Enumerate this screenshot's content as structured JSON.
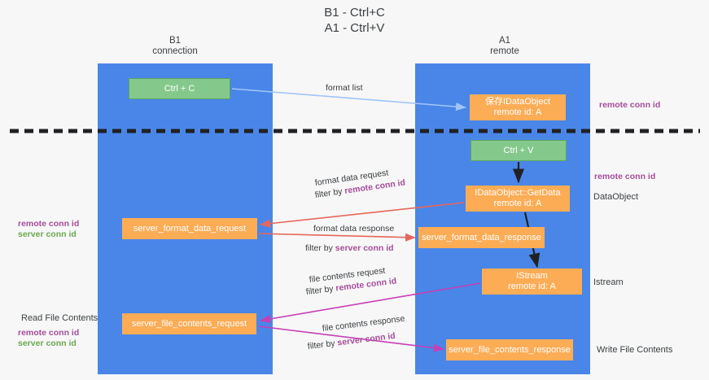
{
  "title": {
    "line1": "B1 - Ctrl+C",
    "line2": "A1 - Ctrl+V"
  },
  "columns": [
    {
      "id": "b1",
      "name": "B1",
      "role": "connection"
    },
    {
      "id": "a1",
      "name": "A1",
      "role": "remote"
    }
  ],
  "nodes": {
    "ctrl_c": {
      "label": "Ctrl + C",
      "color": "#84c98b",
      "lane": "b1"
    },
    "ctrl_v": {
      "label": "Ctrl + V",
      "color": "#84c98b",
      "lane": "a1"
    },
    "save_idataobject": {
      "line1": "保存IDataObject",
      "line2": "remote id: A",
      "color": "#fbac55",
      "lane": "a1"
    },
    "getdata": {
      "line1": "IDataObject::GetData",
      "line2": "remote id: A",
      "color": "#fbac55",
      "lane": "a1"
    },
    "istream": {
      "line1": "IStream",
      "line2": "remote id: A",
      "color": "#fbac55",
      "lane": "a1"
    },
    "server_format_data_request": {
      "label": "server_format_data_request",
      "color": "#fbac55",
      "lane": "b1"
    },
    "server_format_data_response": {
      "label": "server_format_data_response",
      "color": "#fbac55",
      "lane": "a1"
    },
    "server_file_contents_request": {
      "label": "server_file_contents_request",
      "color": "#fbac55",
      "lane": "b1"
    },
    "server_file_contents_response": {
      "label": "server_file_contents_response",
      "color": "#fbac55",
      "lane": "a1"
    }
  },
  "edge_labels": {
    "format_list": "format list",
    "format_data_request": "format data request",
    "format_data_request_filter_prefix": "filter by ",
    "format_data_request_filter_key": "remote conn id",
    "format_data_response": "format data response",
    "format_data_response_filter_prefix": "filter by ",
    "format_data_response_filter_key": "server conn id",
    "file_contents_request": "file contents request",
    "file_contents_request_filter_prefix": "filter by ",
    "file_contents_request_filter_key": "remote conn id",
    "file_contents_response": "file contents response",
    "file_contents_response_filter_prefix": "filter by ",
    "file_contents_response_filter_key": "server conn id"
  },
  "annotations": {
    "right_remote_conn_id_top": "remote conn id",
    "right_remote_conn_id_mid": "remote conn id",
    "right_dataobject": "DataObject",
    "right_istream": "Istream",
    "right_write_file_contents": "Write File Contents",
    "left_remote_conn_id": "remote conn id",
    "left_server_conn_id": "server conn id",
    "left_read_file_contents": "Read File Contents",
    "left_remote_conn_id_2": "remote conn id",
    "left_server_conn_id_2": "server conn id"
  },
  "colors": {
    "lane": "#4a86e8",
    "box_orange": "#fbac55",
    "box_green": "#84c98b",
    "key_remote": "#a64d9a",
    "key_server_green": "#6aa84f",
    "key_server_purple": "#a64d9a",
    "arrow_blue": "#9fc5f8",
    "arrow_red": "#e8665a",
    "arrow_magenta": "#c73fb5",
    "arrow_black": "#202124",
    "divider": "#202124",
    "background": "#f7f7f7"
  }
}
